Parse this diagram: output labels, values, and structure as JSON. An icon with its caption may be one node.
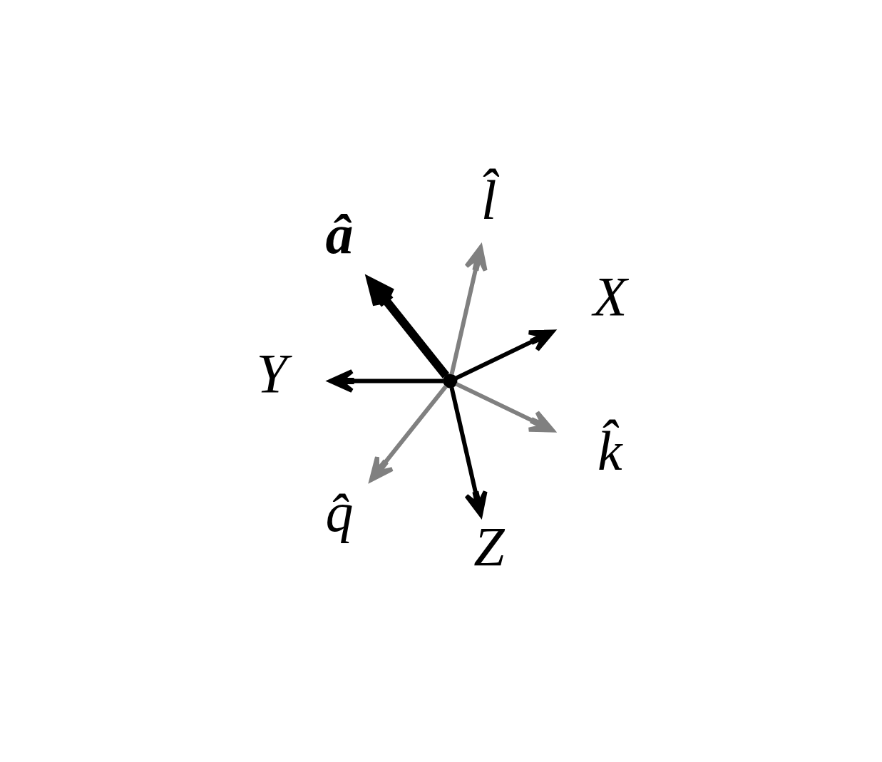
{
  "diagram": {
    "nodes": [
      {
        "text": [],
        "shape": "point"
      },
      {
        "text": [
          "X"
        ]
      },
      {
        "text": [
          "l̂"
        ]
      },
      {
        "text": [
          "â"
        ]
      },
      {
        "text": [
          "Y"
        ]
      },
      {
        "text": [
          "q̂"
        ]
      },
      {
        "text": [
          "Z"
        ]
      },
      {
        "text": [
          "k̂"
        ]
      }
    ],
    "edges": [
      {
        "from": 0,
        "to": 1,
        "arrow": "to"
      },
      {
        "from": 0,
        "to": 2,
        "arrow": "to",
        "color": "#808080"
      },
      {
        "from": 0,
        "to": 3,
        "arrow": "to",
        "style": "thick"
      },
      {
        "from": 0,
        "to": 4,
        "arrow": "to"
      },
      {
        "from": 0,
        "to": 5,
        "arrow": "to",
        "color": "#808080"
      },
      {
        "from": 0,
        "to": 6,
        "arrow": "to"
      },
      {
        "from": 0,
        "to": 7,
        "arrow": "to",
        "color": "#808080"
      }
    ]
  }
}
